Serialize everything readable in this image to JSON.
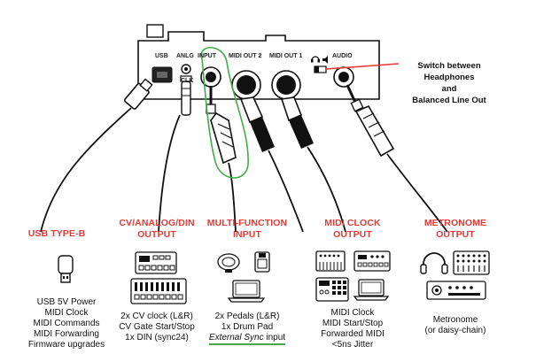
{
  "device": {
    "port_labels": {
      "usb": "USB",
      "anlg": "ANLG",
      "clk": "CLK",
      "input": "INPUT",
      "midi_out_2": "MIDI OUT 2",
      "midi_out_1": "MIDI OUT 1",
      "audio": "AUDIO"
    },
    "switch_note": [
      "Switch between",
      "Headphones",
      "and",
      "Balanced Line Out"
    ]
  },
  "columns": [
    {
      "title": [
        "USB TYPE-B"
      ],
      "desc": [
        "USB 5V Power",
        "MIDI Clock",
        "MIDI Commands",
        "MIDI Forwarding",
        "Firmware upgrades"
      ]
    },
    {
      "title": [
        "CV/ANALOG/DIN",
        "OUTPUT"
      ],
      "desc": [
        "2x CV clock (L&R)",
        "CV Gate Start/Stop",
        "1x DIN (sync24)"
      ]
    },
    {
      "title": [
        "MULTI-FUNCTION",
        "INPUT"
      ],
      "desc": [
        "2x Pedals (L&R)",
        "1x Drum Pad"
      ],
      "desc_italic": "External Sync",
      "desc_tail": " input"
    },
    {
      "title": [
        "MIDI CLOCK",
        "OUTPUT"
      ],
      "desc": [
        "MIDI Clock",
        "MIDI Start/Stop",
        "Forwarded MIDI",
        "<5ns Jitter"
      ]
    },
    {
      "title": [
        "METRONOME",
        "OUTPUT"
      ],
      "desc": [
        "Metronome",
        "(or daisy-chain)"
      ]
    }
  ],
  "colors": {
    "accent_red": "#e63a35",
    "highlight_green": "#3fae49",
    "line": "#111111"
  },
  "icons": [
    "usb-stick-icon",
    "drum-machine-icon",
    "sequencer-icon",
    "pedal-icon",
    "drum-pad-icon",
    "laptop-icon",
    "synth-keyboard-icon",
    "groovebox-icon",
    "headphones-icon",
    "mixer-icon",
    "amplifier-icon"
  ]
}
